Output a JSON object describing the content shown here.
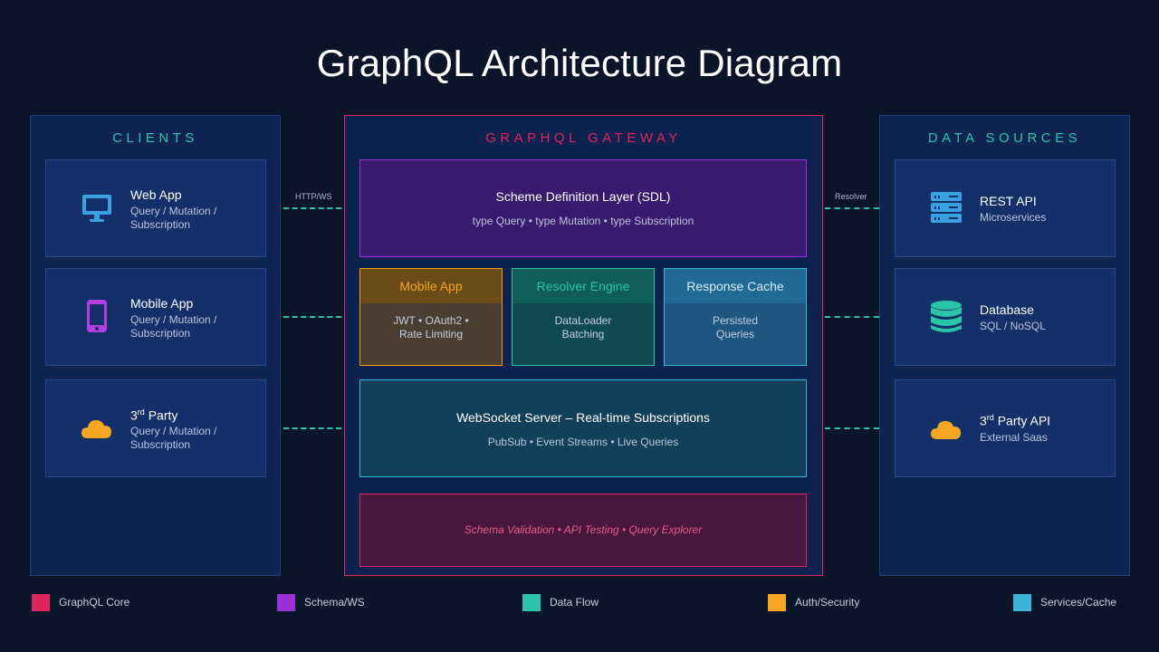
{
  "title": "GraphQL Architecture Diagram",
  "clients": {
    "title": "CLIENTS",
    "items": [
      {
        "name": "Web App",
        "sub": "Query / Mutation / Subscription",
        "icon": "monitor-icon",
        "color": "#3aa0e0"
      },
      {
        "name": "Mobile App",
        "sub": "Query / Mutation / Subscription",
        "icon": "mobile-phone-icon",
        "color": "#b23fe0"
      },
      {
        "name_main": "3",
        "name_sup": "rd",
        "name_rest": " Party",
        "sub": "Query / Mutation / Subscription",
        "icon": "cloud-icon",
        "color": "#f5a623"
      }
    ]
  },
  "connections": {
    "left_label": "HTTP/WS",
    "right_label": "Resolver"
  },
  "gateway": {
    "title": "GRAPHQL GATEWAY",
    "sdl": {
      "title": "Scheme Definition Layer (SDL)",
      "sub": "type Query • type Mutation • type Subscription"
    },
    "modules": [
      {
        "title": "Mobile App",
        "line1": "JWT • OAuth2 •",
        "line2": "Rate Limiting"
      },
      {
        "title": "Resolver Engine",
        "line1": "DataLoader",
        "line2": "Batching"
      },
      {
        "title": "Response Cache",
        "line1": "Persisted",
        "line2": "Queries"
      }
    ],
    "websocket": {
      "title": "WebSocket Server – Real-time Subscriptions",
      "sub": "PubSub • Event Streams • Live Queries"
    },
    "tools": {
      "sub": "Schema Validation • API Testing • Query Explorer"
    }
  },
  "datasources": {
    "title": "DATA SOURCES",
    "items": [
      {
        "name": "REST API",
        "sub": "Microservices",
        "icon": "server-icon",
        "color": "#3aa0e0"
      },
      {
        "name": "Database",
        "sub": "SQL / NoSQL",
        "icon": "database-icon",
        "color": "#2ac5a8"
      },
      {
        "name_main": "3",
        "name_sup": "rd",
        "name_rest": " Party API",
        "sub": "External Saas",
        "icon": "cloud-icon",
        "color": "#f5a623"
      }
    ]
  },
  "legend": [
    {
      "label": "GraphQL Core",
      "color": "#e0245e"
    },
    {
      "label": "Schema/WS",
      "color": "#9b30d9"
    },
    {
      "label": "Data Flow",
      "color": "#2ac5a8"
    },
    {
      "label": "Auth/Security",
      "color": "#f5a623"
    },
    {
      "label": "Services/Cache",
      "color": "#3bb4d8"
    }
  ]
}
